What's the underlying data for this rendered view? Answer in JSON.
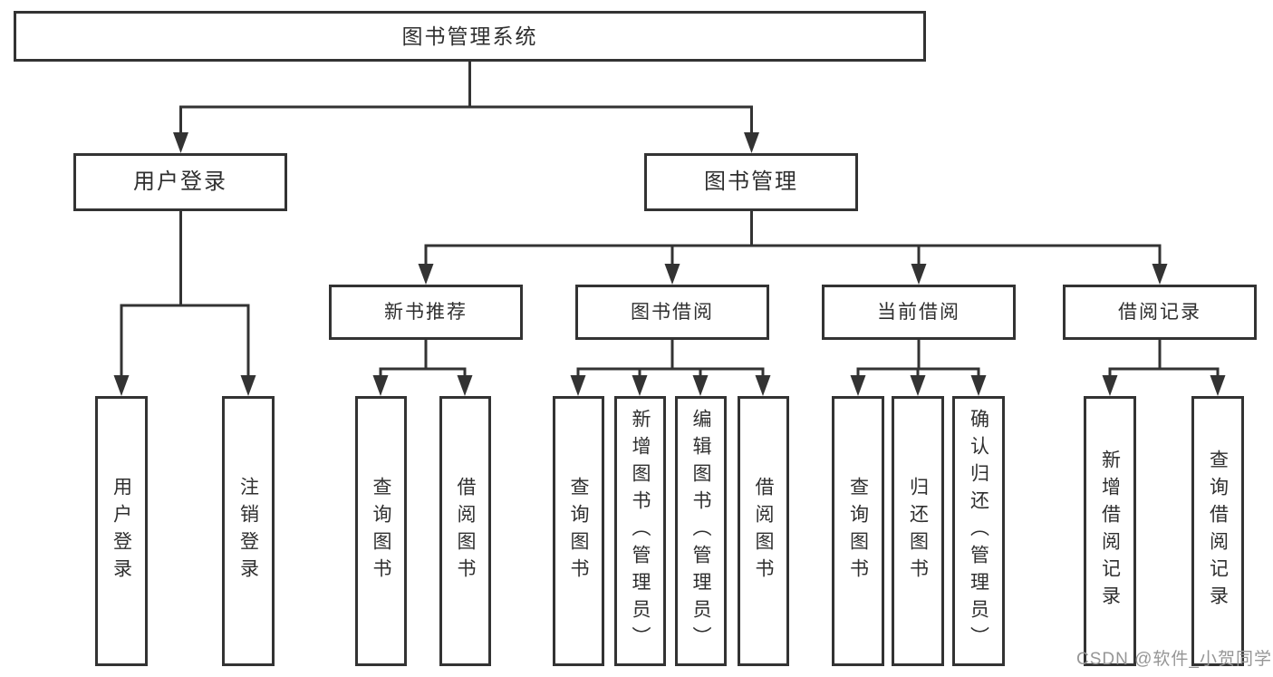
{
  "colors": {
    "line": "#333333",
    "box_border": "#333333",
    "box_fill": "#ffffff",
    "text": "#2f2f2f",
    "watermark": "#969696",
    "background": "#ffffff"
  },
  "watermark": {
    "text": "CSDN @软件_小贺同学"
  },
  "tree": {
    "label": "图书管理系统",
    "children": [
      {
        "label": "用户登录",
        "children": [
          {
            "label": "用户登录"
          },
          {
            "label": "注销登录"
          }
        ]
      },
      {
        "label": "图书管理",
        "children": [
          {
            "label": "新书推荐",
            "children": [
              {
                "label": "查询图书"
              },
              {
                "label": "借阅图书"
              }
            ]
          },
          {
            "label": "图书借阅",
            "children": [
              {
                "label": "查询图书"
              },
              {
                "label": "新增图书（管理员）"
              },
              {
                "label": "编辑图书（管理员）"
              },
              {
                "label": "借阅图书"
              }
            ]
          },
          {
            "label": "当前借阅",
            "children": [
              {
                "label": "查询图书"
              },
              {
                "label": "归还图书"
              },
              {
                "label": "确认归还（管理员）"
              }
            ]
          },
          {
            "label": "借阅记录",
            "children": [
              {
                "label": "新增借阅记录"
              },
              {
                "label": "查询借阅记录"
              }
            ]
          }
        ]
      }
    ]
  }
}
